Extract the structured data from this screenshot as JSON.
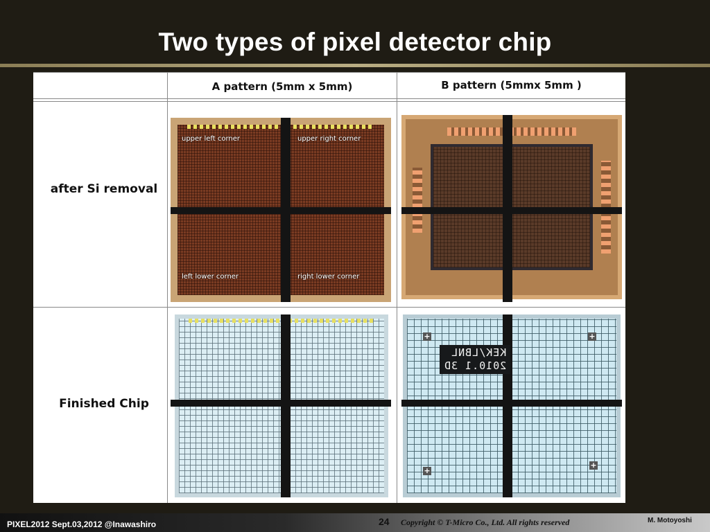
{
  "slide": {
    "title": "Two types of pixel detector chip"
  },
  "table": {
    "col_headers": [
      "A pattern (5mm x 5mm)",
      "B pattern (5mmx 5mm )"
    ],
    "row_labels": [
      "after Si removal",
      "Finished Chip"
    ],
    "corner_labels": {
      "upper_left": "upper left corner",
      "upper_right": "upper right corner",
      "left_lower": "left lower corner",
      "right_lower": "right lower corner"
    },
    "chip_marking_lines": [
      "KEK/LBNL",
      "2010.1 3D"
    ]
  },
  "footer": {
    "conference": "PIXEL2012   Sept.03,2012 @Inawashiro",
    "page_number": "24",
    "copyright": "Copyright © T-Micro Co., Ltd.  All rights reserved",
    "author": "M. Motoyoshi"
  },
  "colors": {
    "background": "#1f1c14",
    "title_rule": "#b9ad83",
    "panel": "#ffffff"
  },
  "icons": [
    "alignment-mark-icon"
  ]
}
